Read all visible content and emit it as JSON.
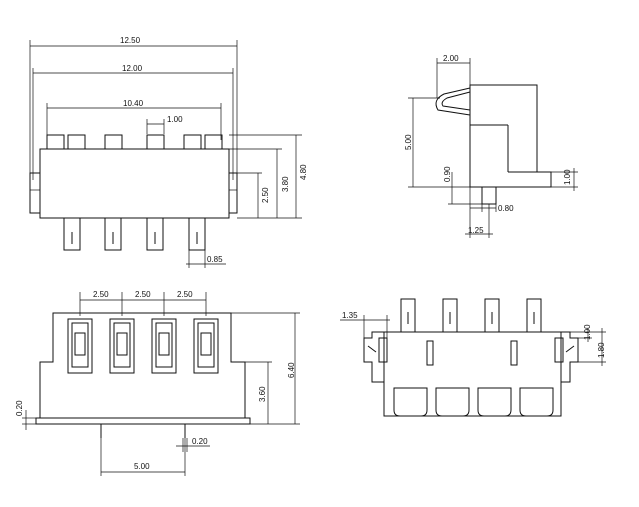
{
  "front_view": {
    "overall_width": "12.50",
    "body_width": "12.00",
    "contact_span": "10.40",
    "tab_width": "1.00",
    "height_total": "4.80",
    "height_mid": "3.80",
    "height_low": "2.50",
    "pin_width": "0.85"
  },
  "side_view": {
    "top_width": "2.00",
    "height": "5.00",
    "pin_height": "0.90",
    "step_height": "1.00",
    "pin_thickness": "0.80",
    "pin_offset": "1.25"
  },
  "top_view": {
    "pitch_1": "2.50",
    "pitch_2": "2.50",
    "pitch_3": "2.50",
    "height_total": "6.40",
    "height_body": "3.60",
    "left_offset": "0.20",
    "pin_spacing": "5.00",
    "pin_width": "0.20"
  },
  "bottom_view": {
    "left_offset": "1.35",
    "step_small": "1.00",
    "step_large": "1.80"
  }
}
